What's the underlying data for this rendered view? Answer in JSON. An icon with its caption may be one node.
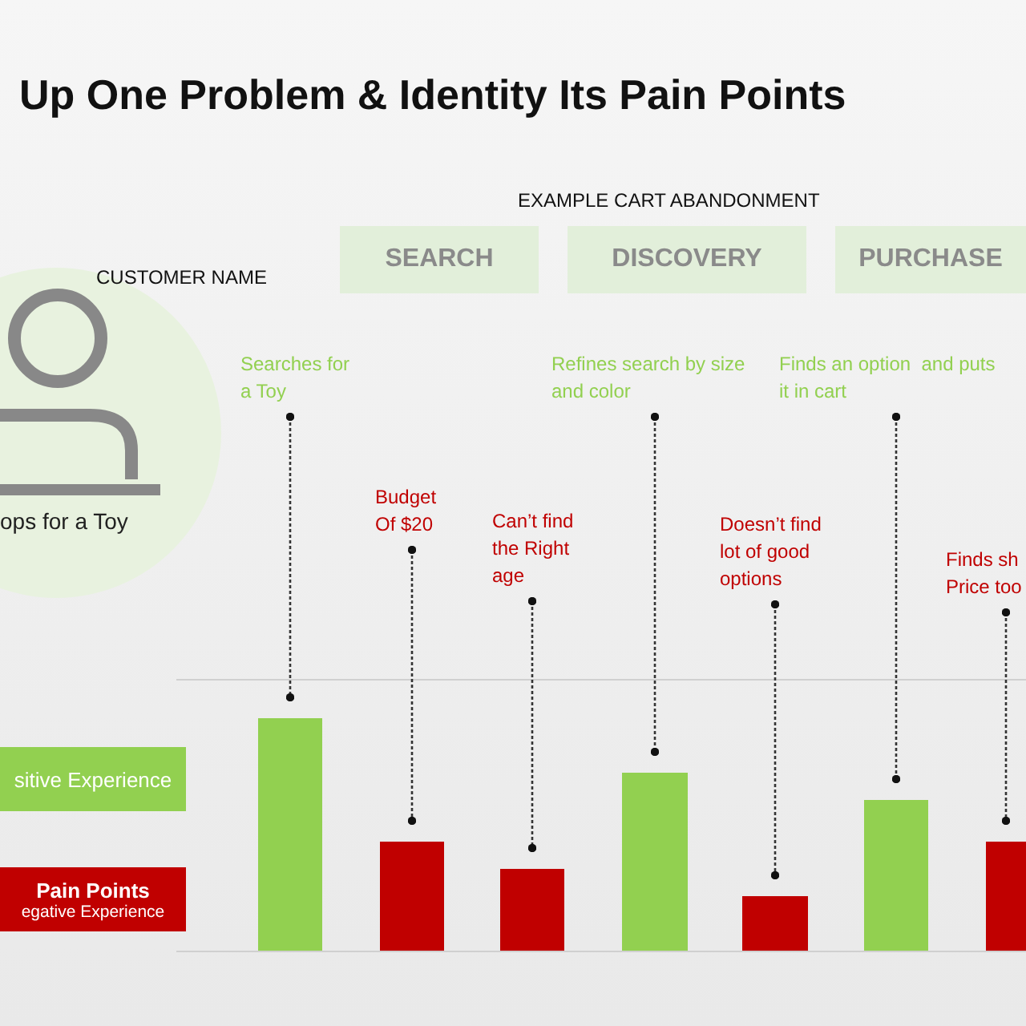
{
  "diagram": {
    "title": "Up One Problem & Identity Its Pain Points",
    "nodes": [
      {
        "text": [
          "ops for a Toy"
        ]
      },
      {
        "text": [
          "SEARCH"
        ]
      },
      {
        "text": [
          "DISCOVERY"
        ]
      },
      {
        "text": [
          "PURCHASE"
        ]
      },
      {
        "text": [
          "sitive Experience"
        ]
      },
      {
        "text": [
          "Pain Points",
          "egative Experience"
        ]
      },
      {
        "text": [
          "Searches for a Toy"
        ]
      },
      {
        "text": [
          "Budget Of $20"
        ]
      },
      {
        "text": [
          "Can’t find the Right age"
        ]
      },
      {
        "text": [
          "Refines search by size and color"
        ]
      },
      {
        "text": [
          "Doesn’t find lot of good options"
        ]
      },
      {
        "text": [
          "Finds an option  and puts it in cart"
        ]
      },
      {
        "text": [
          "Finds sh Price too"
        ]
      },
      {
        "text": [],
        "shape": "bar"
      },
      {
        "text": [],
        "shape": "bar"
      },
      {
        "text": [],
        "shape": "bar"
      },
      {
        "text": [],
        "shape": "bar"
      },
      {
        "text": [],
        "shape": "bar"
      },
      {
        "text": [],
        "shape": "bar"
      },
      {
        "text": [],
        "shape": "bar"
      }
    ],
    "edges": [
      {
        "from": 6,
        "to": 13,
        "arrow": "other",
        "style": "dashed"
      },
      {
        "from": 7,
        "to": 14,
        "arrow": "other",
        "style": "dashed"
      },
      {
        "from": 8,
        "to": 15,
        "arrow": "other",
        "style": "dashed"
      },
      {
        "from": 9,
        "to": 16,
        "arrow": "other",
        "style": "dashed"
      },
      {
        "from": 10,
        "to": 17,
        "arrow": "other",
        "style": "dashed"
      },
      {
        "from": 11,
        "to": 18,
        "arrow": "other",
        "style": "dashed"
      },
      {
        "from": 12,
        "to": 19,
        "arrow": "other",
        "style": "dashed"
      }
    ],
    "labels": [
      "EXAMPLE  CART ABANDONMENT",
      "CUSTOMER NAME"
    ]
  }
}
